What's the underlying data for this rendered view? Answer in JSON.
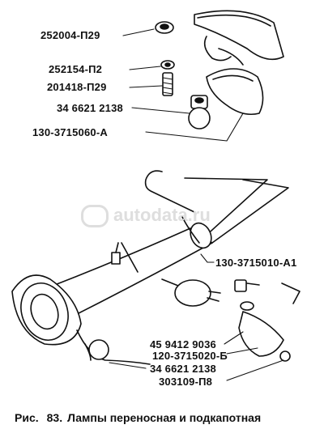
{
  "callouts": [
    {
      "id": "c1",
      "text": "252004-П29"
    },
    {
      "id": "c2",
      "text": "252154-П2"
    },
    {
      "id": "c3",
      "text": "201418-П29"
    },
    {
      "id": "c4",
      "text": "34 6621 2138"
    },
    {
      "id": "c5",
      "text": "130-3715060-А"
    },
    {
      "id": "c6",
      "text": "130-3715010-А1"
    },
    {
      "id": "c7",
      "text": "45 9412 9036"
    },
    {
      "id": "c8",
      "text": "120-3715020-Б"
    },
    {
      "id": "c9",
      "text": "34 6621 2138"
    },
    {
      "id": "c10",
      "text": "303109-П8"
    }
  ],
  "caption": {
    "prefix": "Рис.",
    "number": "83.",
    "title": "Лампы переносная и подкапотная"
  },
  "watermark": "autodata.ru",
  "colors": {
    "ink": "#111111",
    "watermark": "#dedede"
  }
}
